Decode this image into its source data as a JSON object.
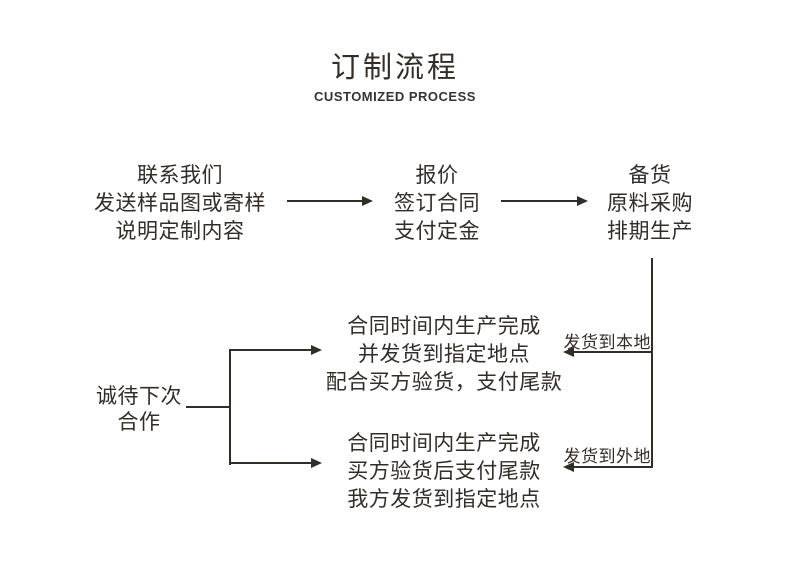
{
  "colors": {
    "ink": "#332d28",
    "background": "#ffffff"
  },
  "header": {
    "title": "订制流程",
    "subtitle": "CUSTOMIZED PROCESS"
  },
  "steps": [
    {
      "lines": [
        "联系我们",
        "发送样品图或寄样",
        "说明定制内容"
      ]
    },
    {
      "lines": [
        "报价",
        "签订合同",
        "支付定金"
      ]
    },
    {
      "lines": [
        "备货",
        "原料采购",
        "排期生产"
      ]
    }
  ],
  "branches": [
    {
      "route_label": "发货到本地",
      "lines": [
        "合同时间内生产完成",
        "并发货到指定地点",
        "配合买方验货，支付尾款"
      ]
    },
    {
      "route_label": "发货到外地",
      "lines": [
        "合同时间内生产完成",
        "买方验货后支付尾款",
        "我方发货到指定地点"
      ]
    }
  ],
  "closing": {
    "lines": [
      "诚待下次",
      "合作"
    ]
  }
}
